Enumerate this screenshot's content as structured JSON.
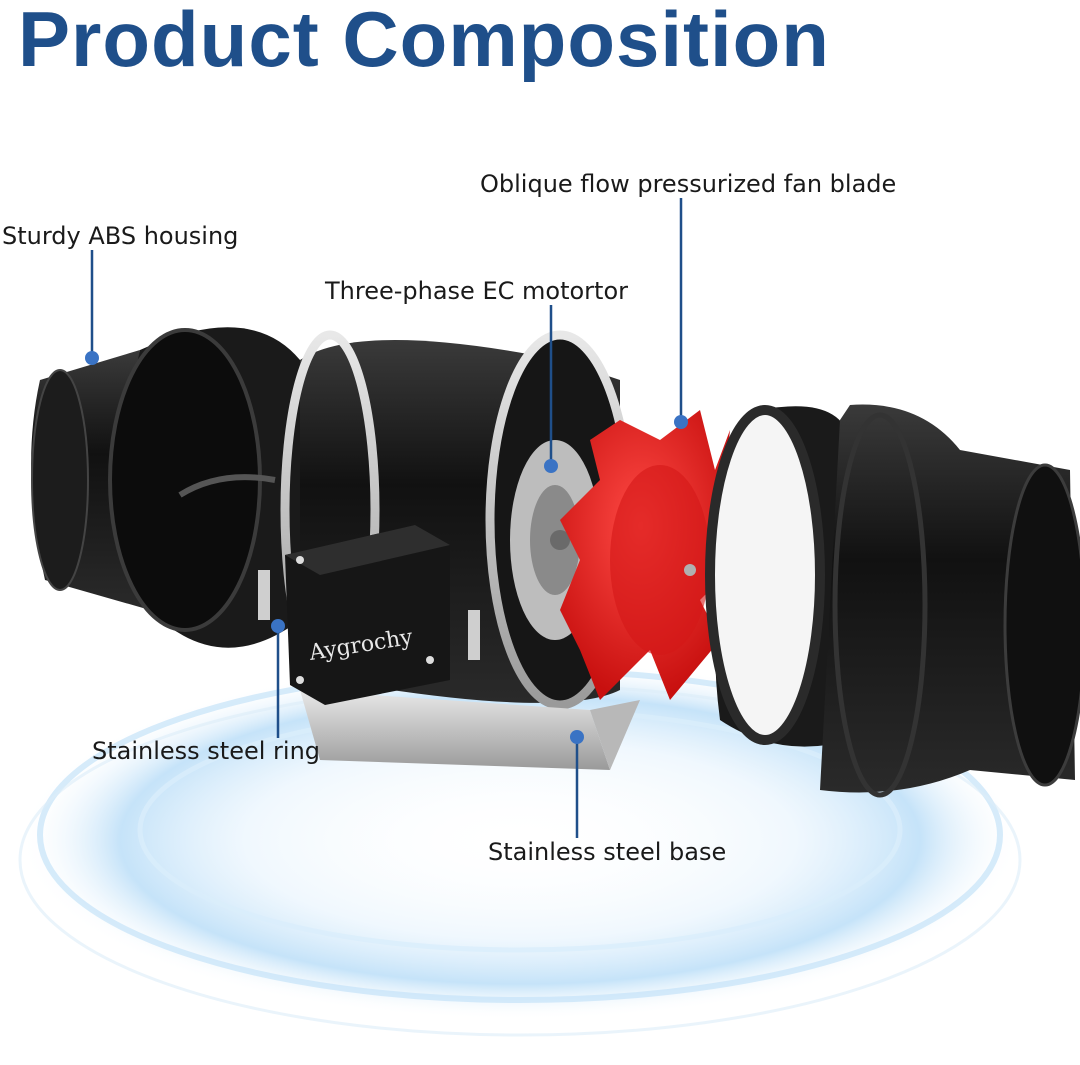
{
  "title": "Product Composition",
  "brand": "Aygrochy",
  "accent_color": "#1f4f8a",
  "blade_color": "#e8191b",
  "callouts": {
    "housing": "Sturdy ABS housing",
    "fan_blade": "Oblique flow pressurized fan blade",
    "motor": "Three-phase EC motortor",
    "ring": "Stainless steel ring",
    "base": "Stainless steel base"
  }
}
